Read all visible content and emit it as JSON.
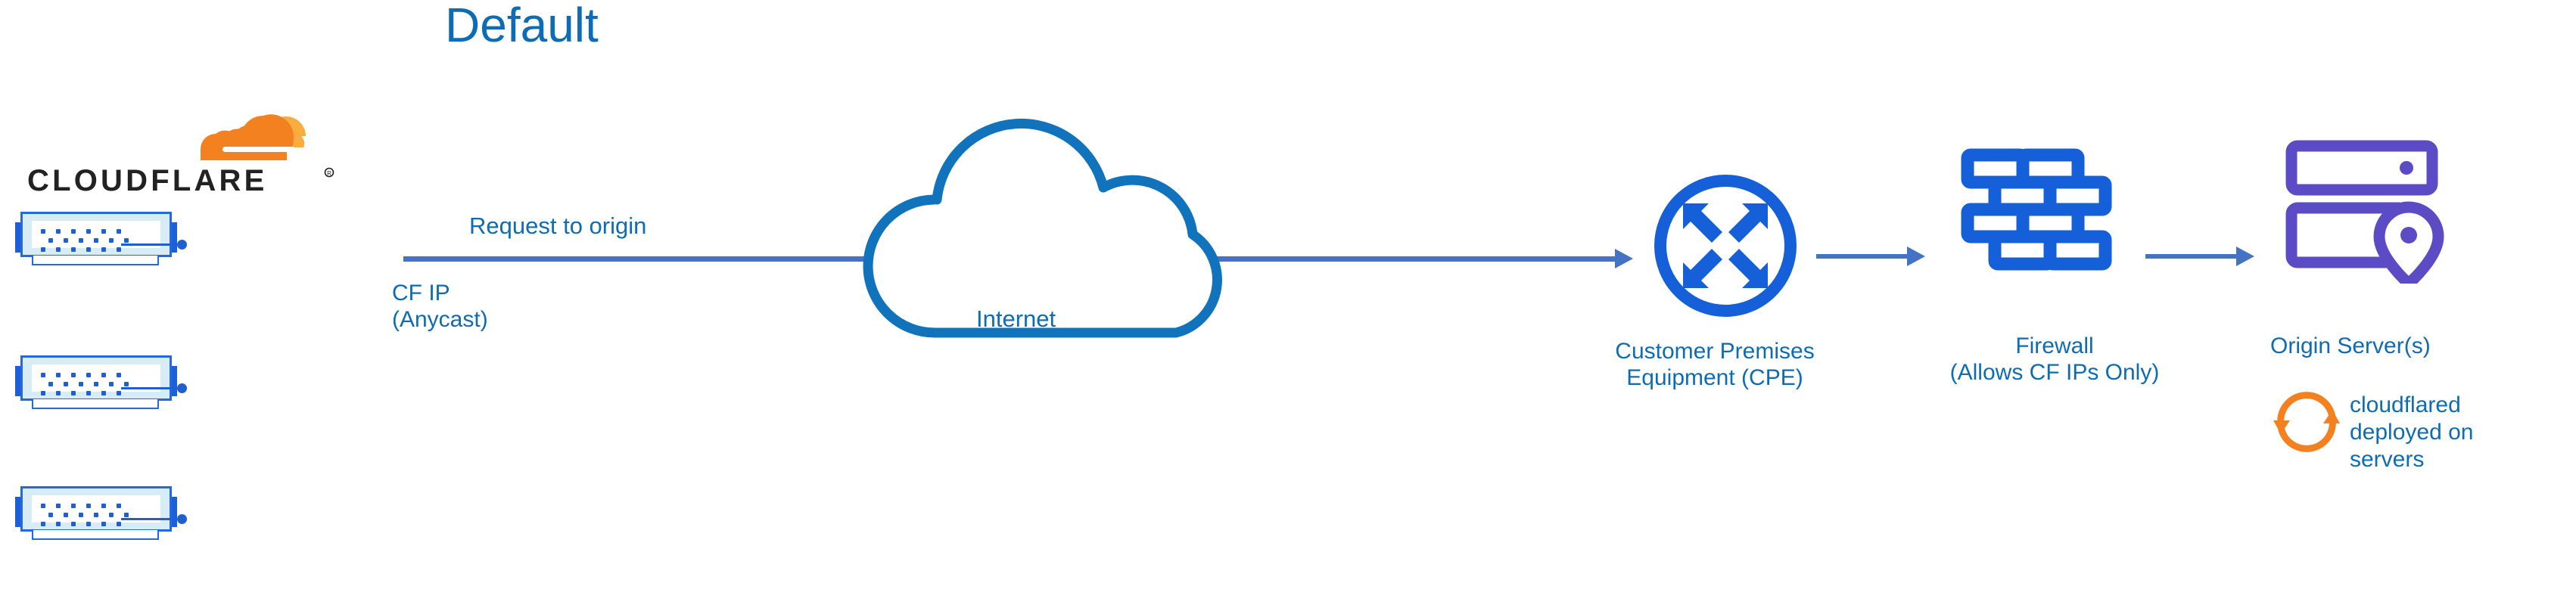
{
  "diagram": {
    "title": "Default",
    "brand_name": "CLOUDFLARE",
    "brand_trademark": "®",
    "colors": {
      "heading_blue": "#0C6CB5",
      "label_blue": "#0E6CB4",
      "connector_blue": "#4472C4",
      "icon_blue": "#1560D8",
      "cloud_stroke_blue": "#1273BD",
      "origin_purple": "#5B4BC4",
      "cloudflare_orange": "#F48120",
      "cloudflare_orange_light": "#FAAD3F",
      "wordmark_black": "#222222",
      "server_fill_light": "#d7ecf5",
      "server_border": "#2569dd"
    }
  },
  "nodes": [
    {
      "id": "cloudflare-edge",
      "icon": "cloudflare-logo",
      "servers": 3,
      "labels": [
        "CF IP",
        "(Anycast)"
      ]
    },
    {
      "id": "internet",
      "icon": "cloud-icon",
      "label": "Internet"
    },
    {
      "id": "cpe",
      "icon": "router-icon",
      "label_line1": "Customer Premises",
      "label_line2": "Equipment (CPE)"
    },
    {
      "id": "firewall",
      "icon": "brick-wall-icon",
      "label_line1": "Firewall",
      "label_line2": "(Allows CF IPs Only)"
    },
    {
      "id": "origin",
      "icon": "server-pin-icon",
      "label": "Origin Server(s)",
      "annotation_icon": "sync-arrows-icon",
      "annotation_line1": "cloudflared",
      "annotation_line2": "deployed on",
      "annotation_line3": "servers"
    }
  ],
  "edges": [
    {
      "id": "edge-request",
      "label": "Request to origin",
      "from": "cloudflare-edge",
      "to": "cpe"
    },
    {
      "id": "edge-cpe-firewall",
      "label": "",
      "from": "cpe",
      "to": "firewall"
    },
    {
      "id": "edge-firewall-origin",
      "label": "",
      "from": "firewall",
      "to": "origin"
    }
  ],
  "labels": {
    "title": "Default",
    "request_to_origin": "Request to origin",
    "cf_ip": "CF IP",
    "anycast": "(Anycast)",
    "internet": "Internet",
    "cpe_line1": "Customer Premises",
    "cpe_line2": "Equipment (CPE)",
    "firewall_line1": "Firewall",
    "firewall_line2": "(Allows CF IPs Only)",
    "origin_servers": "Origin Server(s)",
    "cloudflared_line1": "cloudflared",
    "cloudflared_line2": "deployed on",
    "cloudflared_line3": "servers",
    "brand": "CLOUDFLARE"
  }
}
